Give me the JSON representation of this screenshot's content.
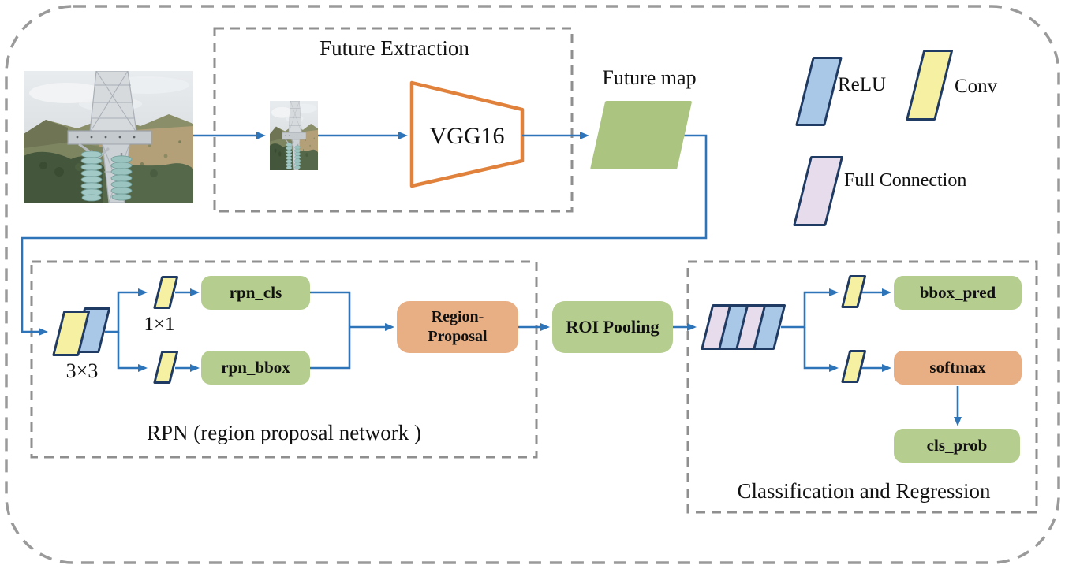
{
  "colors": {
    "arrow_blue": "#2e74b8",
    "box_green": "#b5cd8e",
    "box_orange": "#e8ae84",
    "conv_yellow": "#f6f0a2",
    "relu_blue": "#a9c8e8",
    "fc_pink": "#e6dcec",
    "shape_border_navy": "#1f3a63",
    "vgg_orange": "#e0813c",
    "dash_gray": "#8f8f8f",
    "future_map_green": "#abc581"
  },
  "feature_extraction": {
    "title": "Future Extraction",
    "vgg_label": "VGG16"
  },
  "future_map": {
    "label": "Future map"
  },
  "legend": {
    "relu": "ReLU",
    "conv": "Conv",
    "full_connection": "Full Connection"
  },
  "rpn": {
    "title": "RPN (region proposal network )",
    "conv33": "3×3",
    "conv11": "1×1",
    "rpn_cls": "rpn_cls",
    "rpn_bbox": "rpn_bbox",
    "region_proposal_line1": "Region-",
    "region_proposal_line2": "Proposal"
  },
  "roi_pooling": {
    "label": "ROI Pooling"
  },
  "classification": {
    "title": "Classification and Regression",
    "bbox_pred": "bbox_pred",
    "softmax": "softmax",
    "cls_prob": "cls_prob"
  }
}
